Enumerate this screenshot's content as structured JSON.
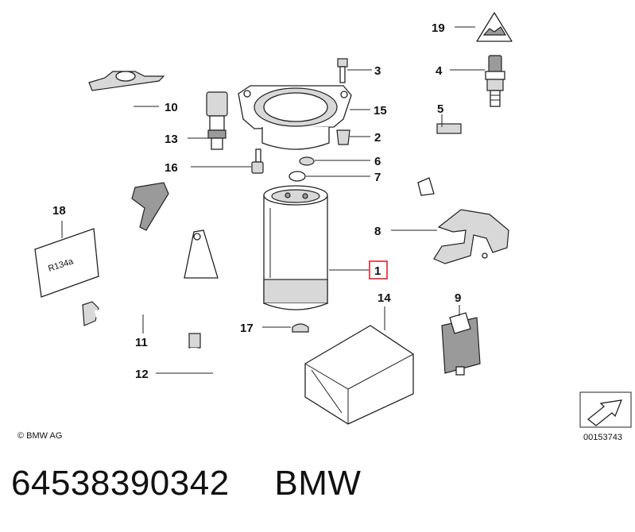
{
  "callouts": {
    "c1": "1",
    "c2": "2",
    "c3": "3",
    "c4": "4",
    "c5": "5",
    "c6": "6",
    "c7": "7",
    "c8": "8",
    "c9": "9",
    "c10": "10",
    "c11": "11",
    "c12": "12",
    "c13": "13",
    "c14": "14",
    "c15": "15",
    "c16": "16",
    "c17": "17",
    "c18": "18",
    "c19": "19"
  },
  "label_card_text": "R134a",
  "copyright": "© BMW AG",
  "diagram_code": "00153743",
  "part_number": "64538390342",
  "brand": "BMW",
  "highlight_color": "#e0141e"
}
